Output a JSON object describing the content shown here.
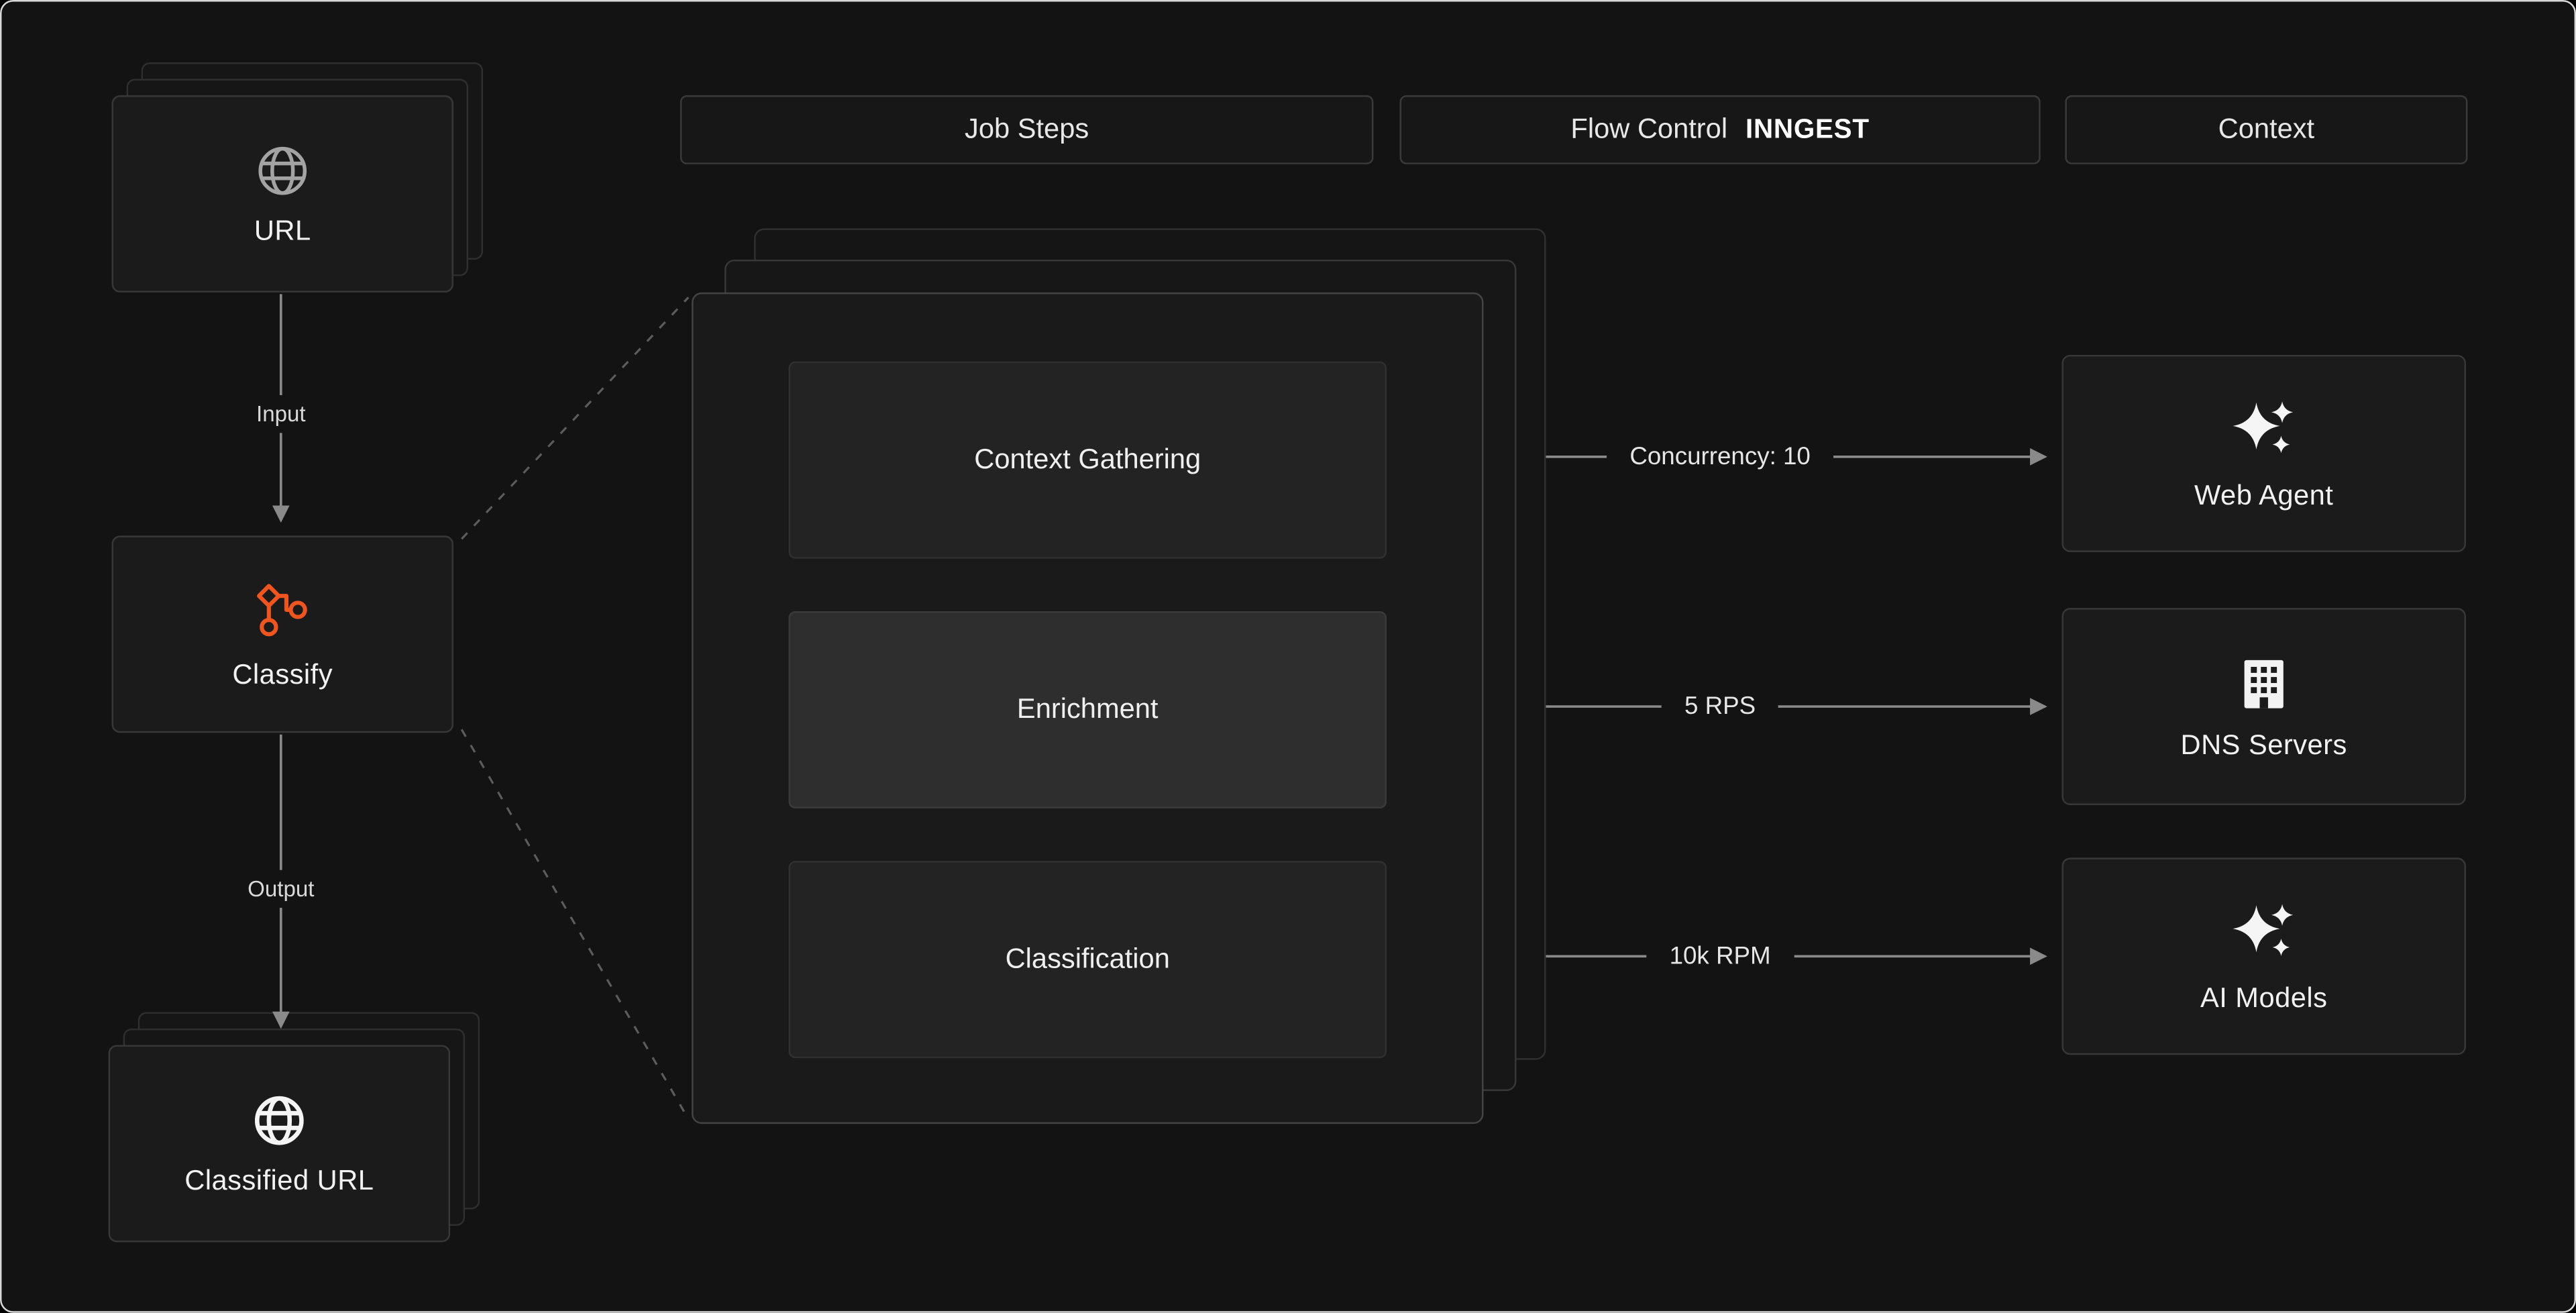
{
  "canvas": {
    "background": "#131313",
    "accent": "#f0551f",
    "arrow_color": "#8a8a8a"
  },
  "headers": [
    {
      "label": "Job Steps"
    },
    {
      "label": "Flow Control",
      "brand": "INNGEST"
    },
    {
      "label": "Context"
    }
  ],
  "pipeline": {
    "input_card": {
      "label": "URL",
      "icon": "globe-icon"
    },
    "input_edge": "Input",
    "process_card": {
      "label": "Classify",
      "icon": "classify-graph-icon"
    },
    "output_edge": "Output",
    "output_card": {
      "label": "Classified URL",
      "icon": "globe-icon"
    }
  },
  "job_steps": [
    {
      "label": "Context Gathering"
    },
    {
      "label": "Enrichment"
    },
    {
      "label": "Classification"
    }
  ],
  "flow_controls": [
    {
      "label": "Concurrency: 10"
    },
    {
      "label": "5 RPS"
    },
    {
      "label": "10k RPM"
    }
  ],
  "context_services": [
    {
      "label": "Web Agent",
      "icon": "sparkles-icon"
    },
    {
      "label": "DNS Servers",
      "icon": "building-icon"
    },
    {
      "label": "AI Models",
      "icon": "sparkles-icon"
    }
  ]
}
